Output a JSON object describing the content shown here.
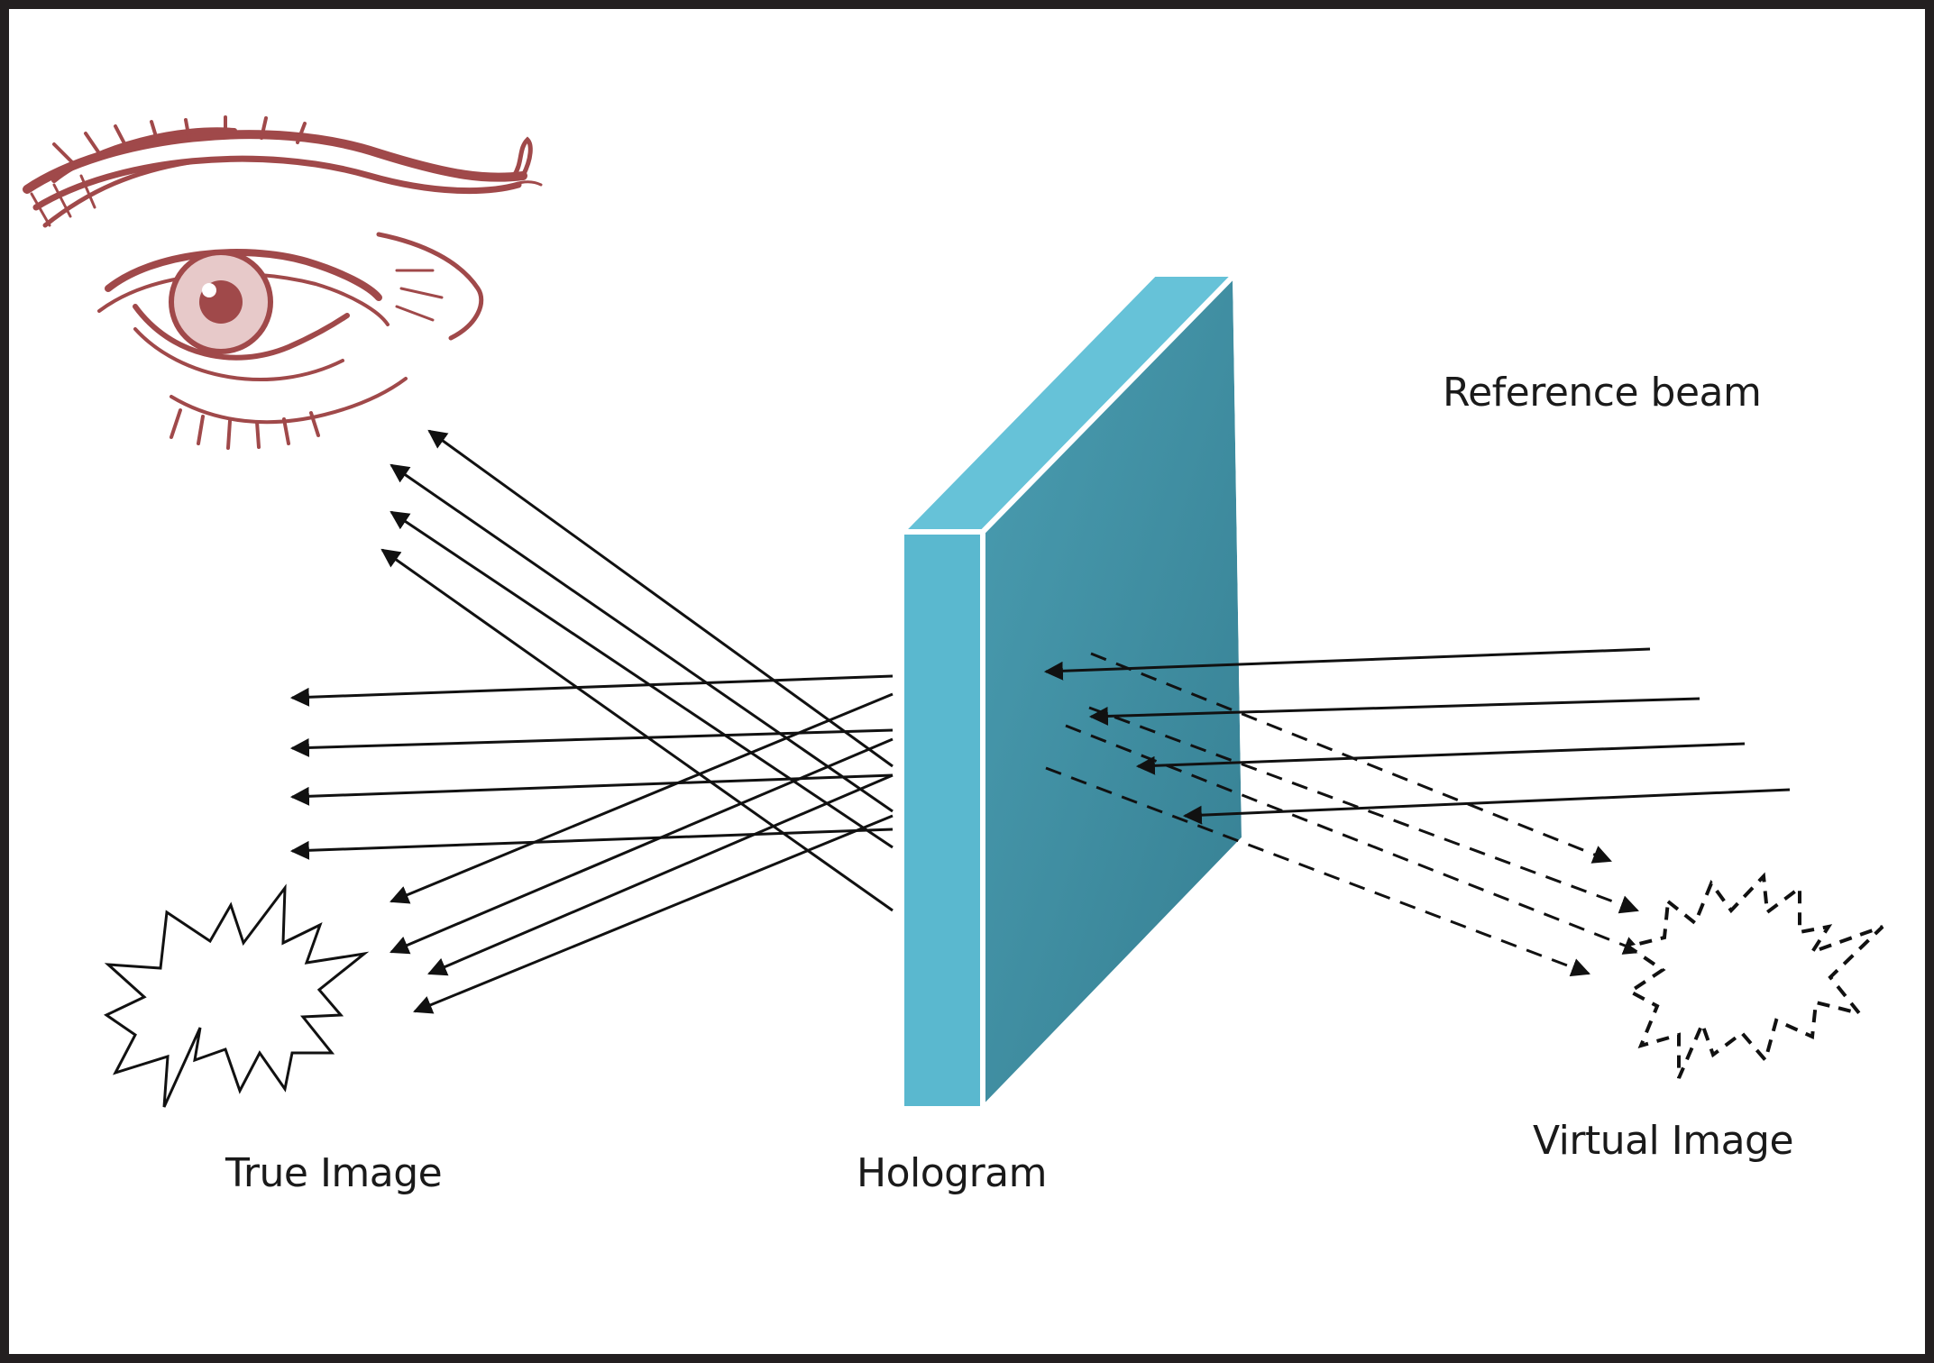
{
  "labels": {
    "reference_beam": "Reference beam",
    "true_image": "True Image",
    "hologram": "Hologram",
    "virtual_image": "Virtual Image"
  },
  "colors": {
    "frame": "#231f20",
    "hologram_front": "#3f8fa3",
    "hologram_side": "#5ab8cf",
    "hologram_top": "#66c2d8",
    "eye_sketch": "#a0494a",
    "ray": "#111111"
  },
  "icons": {
    "eye": "eye-sketch-icon",
    "true_image": "starburst-icon",
    "virtual_image": "dashed-starburst-icon"
  }
}
